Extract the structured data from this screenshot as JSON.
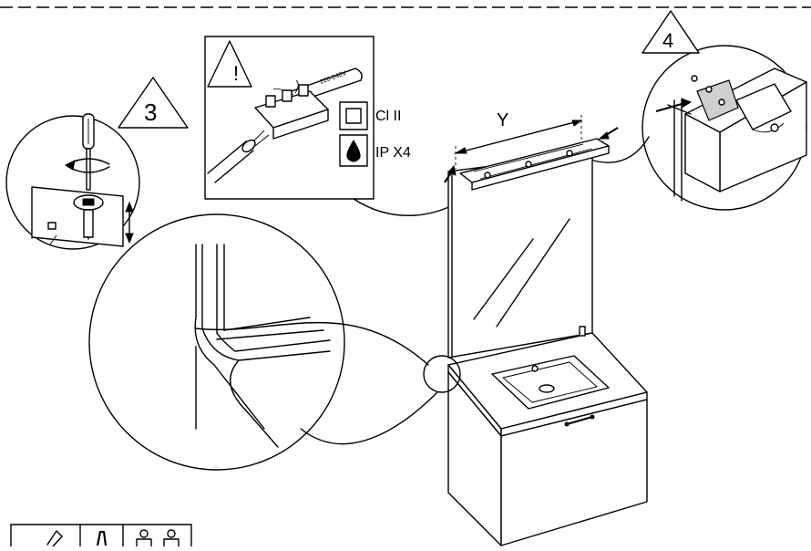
{
  "labels": {
    "step_3": "3",
    "step_4": "4",
    "warning": "!",
    "dimension_y": "Y",
    "voltage": "220-240V",
    "class_ii": "Cl II",
    "ip_rating": "IP X4"
  }
}
